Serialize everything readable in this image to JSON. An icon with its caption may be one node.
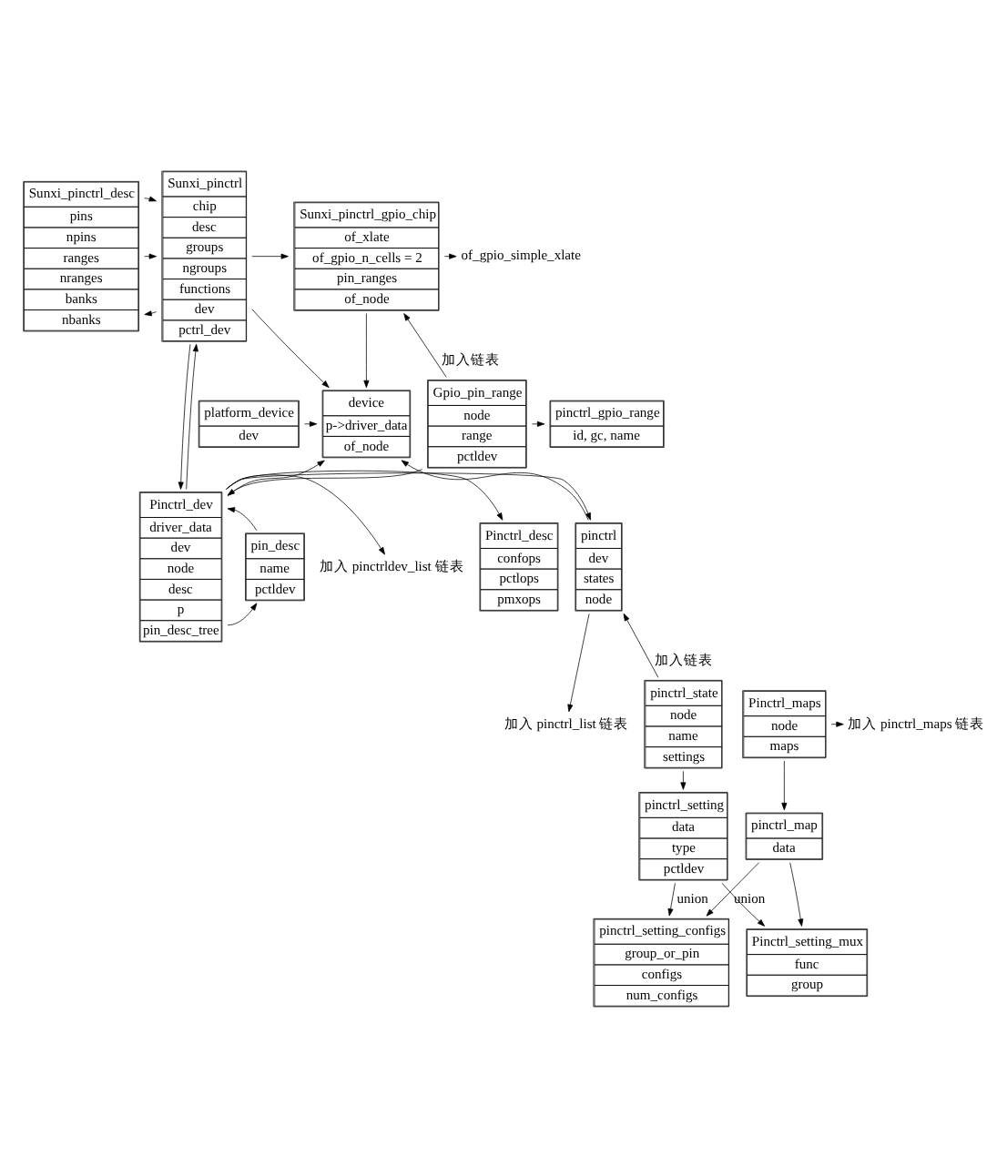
{
  "diagram": {
    "nodes": [
      {
        "text": [
          "Sunxi_pinctrl_desc",
          "pins",
          "npins",
          "ranges",
          "nranges",
          "banks",
          "nbanks"
        ]
      },
      {
        "text": [
          "Sunxi_pinctrl",
          "chip",
          "desc",
          "groups",
          "ngroups",
          "functions",
          "dev",
          "pctrl_dev"
        ]
      },
      {
        "text": [
          "Sunxi_pinctrl_gpio_chip",
          "of_xlate",
          "of_gpio_n_cells = 2",
          "pin_ranges",
          "of_node"
        ]
      },
      {
        "text": [
          "of_gpio_simple_xlate"
        ]
      },
      {
        "text": [
          "pinctrl_gpio_range",
          "id, gc, name"
        ]
      },
      {
        "text": [
          "Gpio_pin_range",
          "node",
          "range",
          "pctldev"
        ]
      },
      {
        "text": [
          "device",
          "p->driver_data",
          "of_node"
        ]
      },
      {
        "text": [
          "platform_device",
          "dev"
        ]
      },
      {
        "text": [
          "Pinctrl_desc",
          "confops",
          "pctlops",
          "pmxops"
        ]
      },
      {
        "text": [
          "Pinctrl_dev",
          "driver_data",
          "dev",
          "node",
          "desc",
          "p",
          "pin_desc_tree"
        ]
      },
      {
        "text": [
          "加入 pinctrldev_list 链表"
        ]
      },
      {
        "text": [
          "pinctrl",
          "dev",
          "states",
          "node"
        ]
      },
      {
        "text": [
          "pin_desc",
          "name",
          "pctldev"
        ]
      },
      {
        "text": [
          "加入 pinctrl_maps 链表"
        ]
      },
      {
        "text": [
          "Pinctrl_maps",
          "node",
          "maps"
        ]
      },
      {
        "text": [
          "加入 pinctrl_list 链表"
        ]
      },
      {
        "text": [
          "pinctrl_state",
          "node",
          "name",
          "settings"
        ]
      },
      {
        "text": [
          "pinctrl_setting",
          "data",
          "type",
          "pctldev"
        ]
      },
      {
        "text": [
          "pinctrl_setting_configs",
          "group_or_pin",
          "configs",
          "num_configs"
        ]
      },
      {
        "text": [
          "Pinctrl_setting_mux",
          "func",
          "group"
        ]
      },
      {
        "text": [
          "pinctrl_map",
          "data"
        ]
      }
    ],
    "edges": [
      {
        "from": 1,
        "to": 2,
        "arrow": "to"
      },
      {
        "from": 1,
        "to": 0,
        "arrow": "to"
      },
      {
        "from": 0,
        "to": 1,
        "arrow": "to"
      },
      {
        "from": 0,
        "to": 1,
        "arrow": "to"
      },
      {
        "from": 2,
        "to": 3,
        "arrow": "to"
      },
      {
        "from": 5,
        "to": 4,
        "arrow": "to"
      },
      {
        "from": 5,
        "to": 2,
        "arrow": "to",
        "label": "加入链表"
      },
      {
        "from": 1,
        "to": 6,
        "arrow": "to"
      },
      {
        "from": 11,
        "to": 6,
        "arrow": "to"
      },
      {
        "from": 9,
        "to": 6,
        "arrow": "to"
      },
      {
        "from": 7,
        "to": 6,
        "arrow": "to"
      },
      {
        "from": 2,
        "to": 6,
        "arrow": "to"
      },
      {
        "from": 1,
        "to": 9,
        "arrow": "to"
      },
      {
        "from": 9,
        "to": 1,
        "arrow": "to"
      },
      {
        "from": 5,
        "to": 9,
        "arrow": "to"
      },
      {
        "from": 9,
        "to": 8,
        "arrow": "to"
      },
      {
        "from": 9,
        "to": 10,
        "arrow": "to"
      },
      {
        "from": 9,
        "to": 11,
        "arrow": "to"
      },
      {
        "from": 9,
        "to": 12,
        "arrow": "to"
      },
      {
        "from": 12,
        "to": 9,
        "arrow": "to"
      },
      {
        "from": 11,
        "to": 15,
        "arrow": "to"
      },
      {
        "from": 14,
        "to": 13,
        "arrow": "to"
      },
      {
        "from": 16,
        "to": 11,
        "arrow": "to",
        "label": "加入链表"
      },
      {
        "from": 16,
        "to": 17,
        "arrow": "to"
      },
      {
        "from": 17,
        "to": 18,
        "arrow": "to",
        "label": "union"
      },
      {
        "from": 17,
        "to": 19,
        "arrow": "to"
      },
      {
        "from": 14,
        "to": 20,
        "arrow": "to"
      },
      {
        "from": 20,
        "to": 18,
        "arrow": "to",
        "label": "union"
      },
      {
        "from": 20,
        "to": 19,
        "arrow": "to"
      }
    ]
  }
}
